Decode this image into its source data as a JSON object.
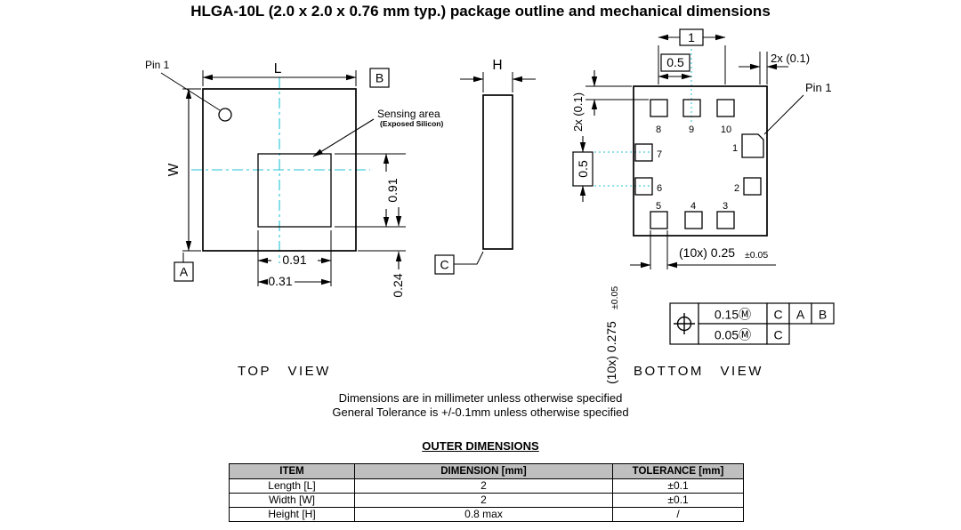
{
  "title": "HLGA-10L (2.0 x 2.0 x 0.76 mm typ.) package outline and mechanical dimensions",
  "colors": {
    "centerline": "#24c3d6",
    "line": "#000000",
    "table_header_bg": "#bfbfbf"
  },
  "top_view": {
    "view_label": "TOP VIEW",
    "pin1": "Pin 1",
    "dim_l": "L",
    "dim_w": "W",
    "datum_a": "A",
    "datum_b": "B",
    "sensing_area": "Sensing area",
    "sensing_area_sub": "(Exposed Silicon)",
    "dim_sensing_height": "0.91",
    "dim_sensing_width": "0.91",
    "dim_offset_h": "0.31",
    "dim_offset_v": "0.24"
  },
  "side_view": {
    "dim_h": "H",
    "datum_c": "C"
  },
  "bottom_view": {
    "view_label": "BOTTOM VIEW",
    "pin1": "Pin 1",
    "dim_basic_1": "1",
    "dim_pitch_h": "0.5",
    "dim_edge_h": "2x (0.1)",
    "dim_edge_v": "2x (0.1)",
    "dim_pitch_v": "0.5",
    "dim_pad_main": "(10x) 0.25",
    "dim_pad_tol": "±0.05",
    "dim_row_pitch_main": "(10x) 0.275",
    "dim_row_pitch_tol": "±0.05",
    "pad_labels": [
      "8",
      "9",
      "10",
      "7",
      "1",
      "6",
      "2",
      "5",
      "4",
      "3"
    ],
    "fcf": {
      "row1_value": "0.15Ⓜ",
      "row1_d1": "C",
      "row1_d2": "A",
      "row1_d3": "B",
      "row2_value": "0.05Ⓜ",
      "row2_d1": "C"
    }
  },
  "notes": {
    "line1": "Dimensions are in millimeter unless otherwise specified",
    "line2": "General Tolerance is +/-0.1mm unless otherwise specified"
  },
  "outer_dimensions_heading": "OUTER DIMENSIONS",
  "table": {
    "headers": [
      "ITEM",
      "DIMENSION [mm]",
      "TOLERANCE [mm]"
    ],
    "rows": [
      {
        "item": "Length [L]",
        "dimension": "2",
        "tolerance": "±0.1"
      },
      {
        "item": "Width [W]",
        "dimension": "2",
        "tolerance": "±0.1"
      },
      {
        "item": "Height [H]",
        "dimension": "0.8 max",
        "tolerance": "/"
      }
    ]
  }
}
